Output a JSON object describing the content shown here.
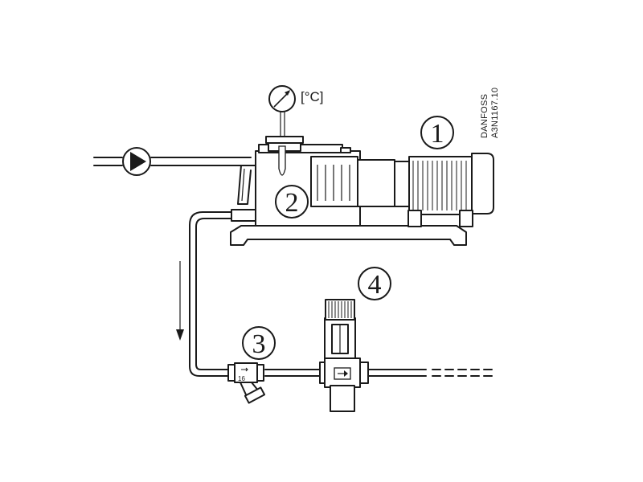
{
  "diagram": {
    "labels": {
      "motor": "1",
      "compressor": "2",
      "filter": "3",
      "valve": "4"
    },
    "temperature_unit": "[°C]",
    "manufacturer": "DANFOSS",
    "drawing_code": "A3N1167.10",
    "filter_marking": "16",
    "icons": {
      "pump": "pump-icon",
      "thermometer": "thermometer-icon",
      "flow_arrow": "arrow-down-icon",
      "valve_direction": "arrow-right-icon"
    }
  }
}
